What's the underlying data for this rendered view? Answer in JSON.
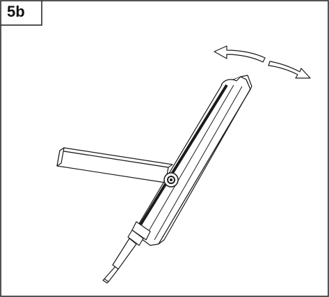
{
  "figure": {
    "label": "5b"
  },
  "colors": {
    "stroke": "#1a1a1a",
    "background": "#ffffff"
  },
  "icons": {
    "rotate_arrow_left": "left-arrow-outline",
    "rotate_arrow_right": "right-arrow-outline"
  }
}
